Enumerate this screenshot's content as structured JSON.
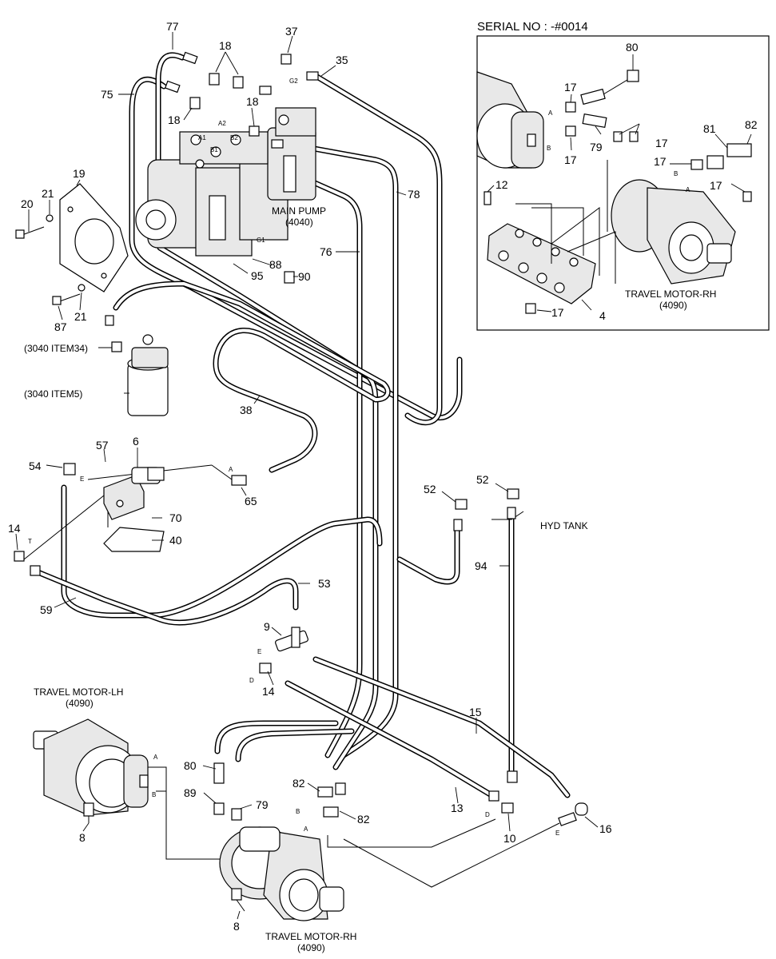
{
  "serial_note": "SERIAL NO : -#0014",
  "labels": {
    "main_pump": "MAIN PUMP",
    "main_pump_ref": "(4040)",
    "travel_motor_rh_inset": "TRAVEL MOTOR-RH",
    "travel_motor_rh_inset_ref": "(4090)",
    "travel_motor_lh": "TRAVEL MOTOR-LH",
    "travel_motor_lh_ref": "(4090)",
    "travel_motor_rh": "TRAVEL MOTOR-RH",
    "travel_motor_rh_ref": "(4090)",
    "hyd_tank": "HYD TANK",
    "ref_3040_item34": "(3040 ITEM34)",
    "ref_3040_item5": "(3040 ITEM5)"
  },
  "port_letters": {
    "a": "A",
    "b": "B",
    "d": "D",
    "e": "E",
    "t": "T",
    "a1": "A1",
    "a2": "A2",
    "b1": "B1",
    "b2": "B2",
    "g1": "G1",
    "g2": "G2"
  },
  "callouts": {
    "c77": "77",
    "c18a": "18",
    "c37": "37",
    "c35": "35",
    "c75": "75",
    "c18b": "18",
    "c18c": "18",
    "c19": "19",
    "c20": "20",
    "c21a": "21",
    "c21b": "21",
    "c87": "87",
    "c78": "78",
    "c76": "76",
    "c88": "88",
    "c95": "95",
    "c90": "90",
    "c38": "38",
    "c57": "57",
    "c6": "6",
    "c54": "54",
    "c65": "65",
    "c70": "70",
    "c40": "40",
    "c14a": "14",
    "c53": "53",
    "c59": "59",
    "c9": "9",
    "c14b": "14",
    "c52a": "52",
    "c52b": "52",
    "c94": "94",
    "c15": "15",
    "c80": "80",
    "c89": "89",
    "c79": "79",
    "c82a": "82",
    "c82b": "82",
    "c13": "13",
    "c10": "10",
    "c16": "16",
    "c8a": "8",
    "c8b": "8",
    "i80": "80",
    "i17a": "17",
    "i17b": "17",
    "i79": "79",
    "i17c": "17",
    "i81": "81",
    "i82": "82",
    "i17d": "17",
    "i17e": "17",
    "i12": "12",
    "i17f": "17",
    "i4": "4"
  }
}
